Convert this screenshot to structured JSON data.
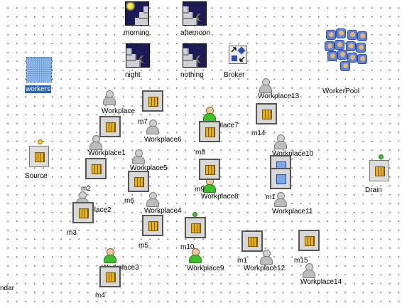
{
  "shifts": [
    {
      "id": "morning",
      "label": "morning",
      "kind": "day"
    },
    {
      "id": "afternoon",
      "label": "afternoon",
      "kind": "night"
    },
    {
      "id": "night",
      "label": "night",
      "kind": "night"
    },
    {
      "id": "nothing",
      "label": "nothing",
      "kind": "night"
    }
  ],
  "broker": {
    "label": "Broker"
  },
  "workers": {
    "label": "workers"
  },
  "worker_pool": {
    "label": "WorkerPool"
  },
  "source": {
    "label": "Source"
  },
  "drain": {
    "label": "Drain"
  },
  "calendar": {
    "label": "ndar"
  },
  "machines": [
    {
      "id": "m7",
      "label": "m7"
    },
    {
      "id": "m8",
      "label": "m8"
    },
    {
      "id": "m14",
      "label": "m14"
    },
    {
      "id": "m2",
      "label": "m2"
    },
    {
      "id": "m6",
      "label": "m6"
    },
    {
      "id": "m9",
      "label": "m9"
    },
    {
      "id": "m1",
      "label": "m1"
    },
    {
      "id": "m3",
      "label": "m3"
    },
    {
      "id": "m5",
      "label": "m5"
    },
    {
      "id": "m10",
      "label": "m10"
    },
    {
      "id": "m11",
      "label": "m1"
    },
    {
      "id": "m15",
      "label": "m15"
    },
    {
      "id": "m4",
      "label": "m4"
    }
  ],
  "workplaces": [
    {
      "id": "wp",
      "label": "Workplace",
      "active": false
    },
    {
      "id": "wp6",
      "label": "Workplace6",
      "active": false
    },
    {
      "id": "wp7",
      "label": "Workplace7",
      "active": true
    },
    {
      "id": "wp13",
      "label": "Workplace13",
      "active": false
    },
    {
      "id": "wp1",
      "label": "Workplace1",
      "active": false
    },
    {
      "id": "wp5",
      "label": "Workplace5",
      "active": false
    },
    {
      "id": "wp10",
      "label": "Workplace10",
      "active": false
    },
    {
      "id": "wp8",
      "label": "Workplace8",
      "active": true
    },
    {
      "id": "wp2",
      "label": "Workplace2",
      "active": false
    },
    {
      "id": "wp4",
      "label": "Workplace4",
      "active": false
    },
    {
      "id": "wp11",
      "label": "Workplace11",
      "active": false
    },
    {
      "id": "wp9",
      "label": "Workplace9",
      "active": true
    },
    {
      "id": "wp12",
      "label": "Workplace12",
      "active": false
    },
    {
      "id": "wp3",
      "label": "Workplace3",
      "active": true
    },
    {
      "id": "wp14",
      "label": "Workplace14",
      "active": false
    }
  ]
}
